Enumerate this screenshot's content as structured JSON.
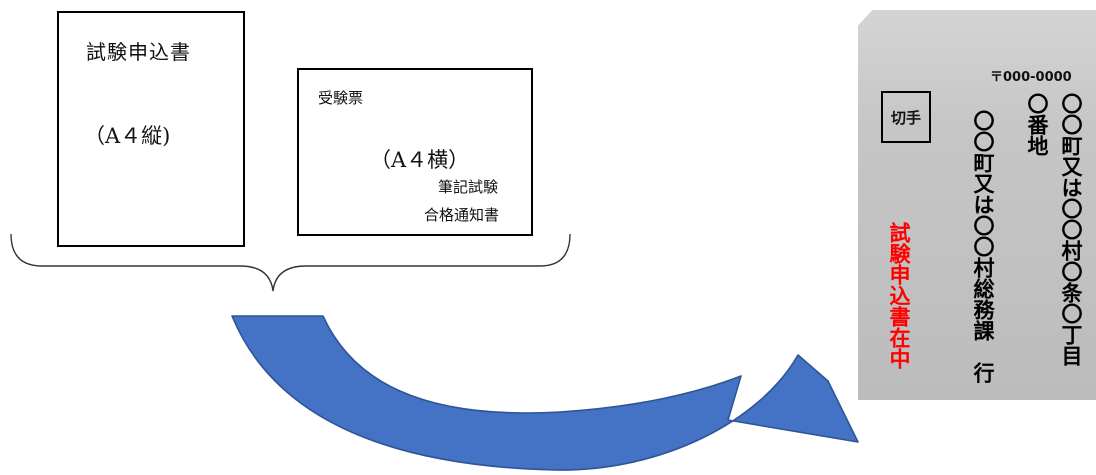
{
  "application_form": {
    "title": "試験申込書",
    "size_label": "（A４縦)"
  },
  "admission_ticket": {
    "title": "受験票",
    "size_label": "（A４横）",
    "note_line1": "筆記試験",
    "note_line2": "合格通知書"
  },
  "envelope": {
    "postal_code": "〒000‐0000",
    "address_line1": "〇〇町又は〇〇村〇条〇丁目",
    "address_line2": "〇番地",
    "recipient": "〇〇町又は〇〇村総務課　行",
    "stamp_label": "切手",
    "enclosure_note": "試験申込書在中",
    "enclosure_color": "#ff0000"
  },
  "arrow": {
    "fill_color": "#4472c4",
    "edge_color": "#2f5597"
  }
}
